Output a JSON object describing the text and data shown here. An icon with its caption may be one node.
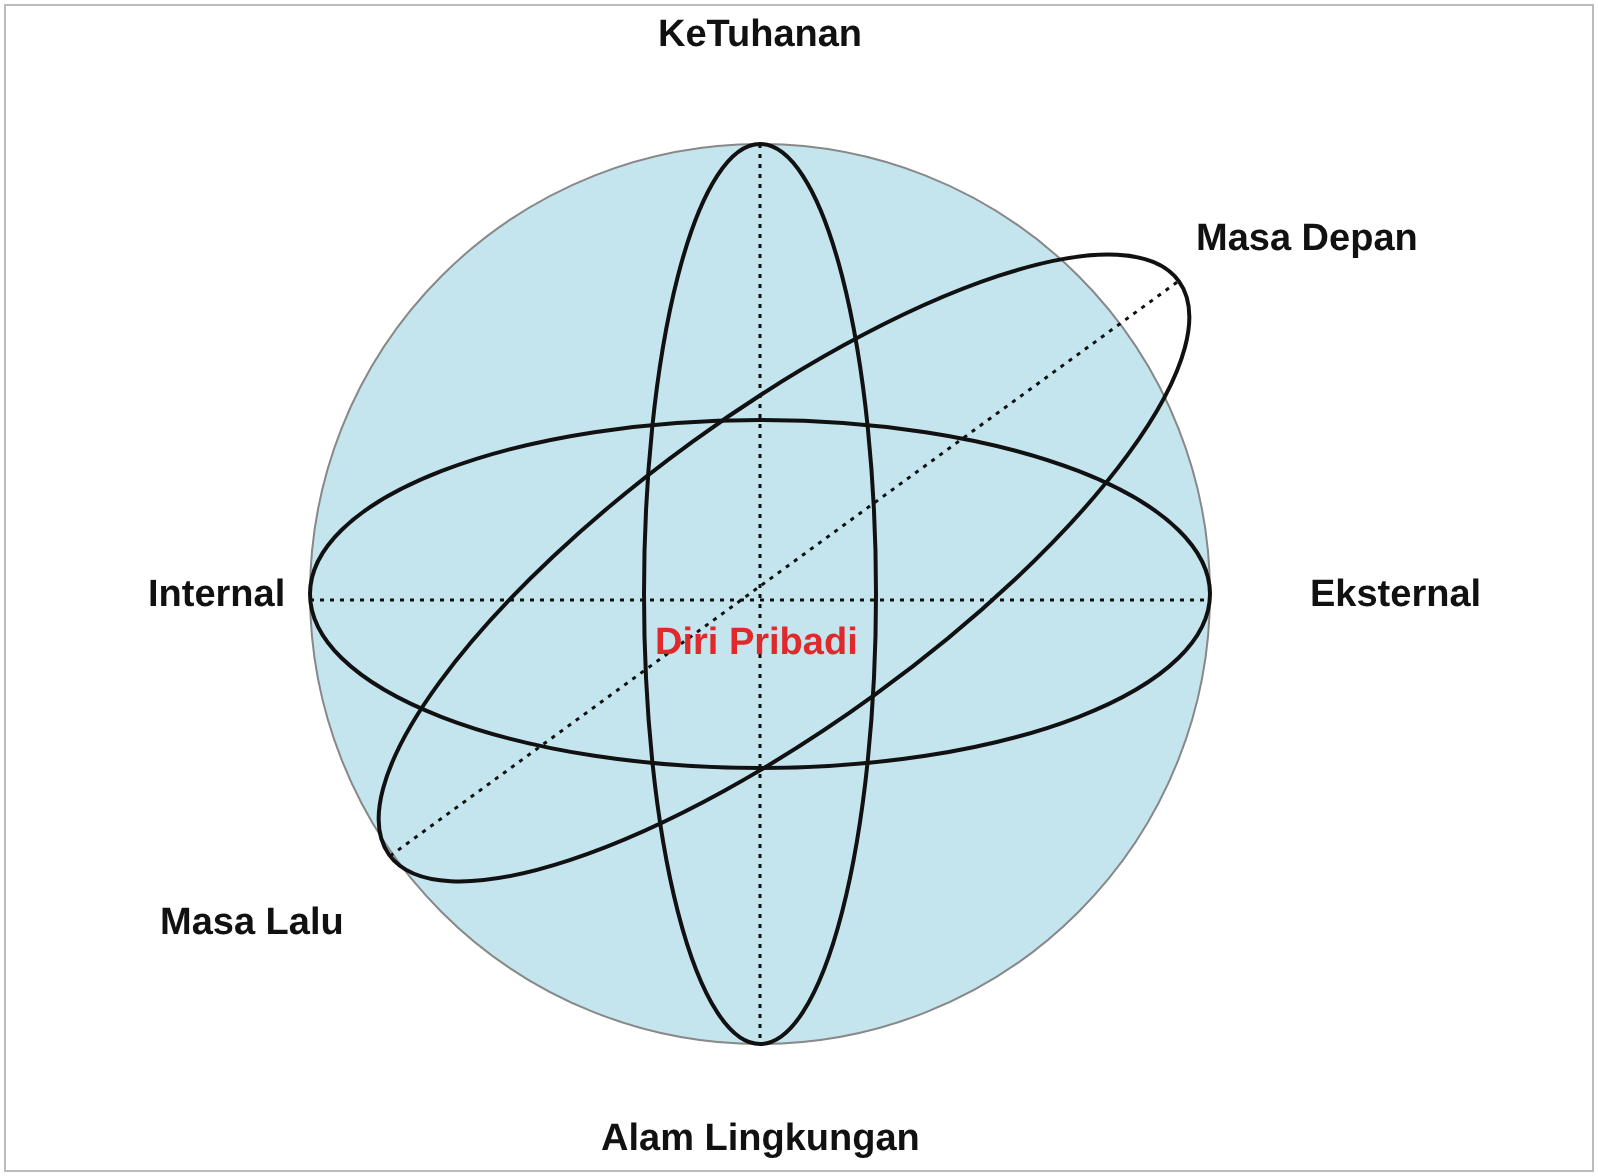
{
  "diagram": {
    "labels": [
      "KeTuhanan",
      "Masa Depan",
      "Internal",
      "Eksternal",
      "Diri Pribadi",
      "Masa Lalu",
      "Alam Lingkungan"
    ]
  }
}
